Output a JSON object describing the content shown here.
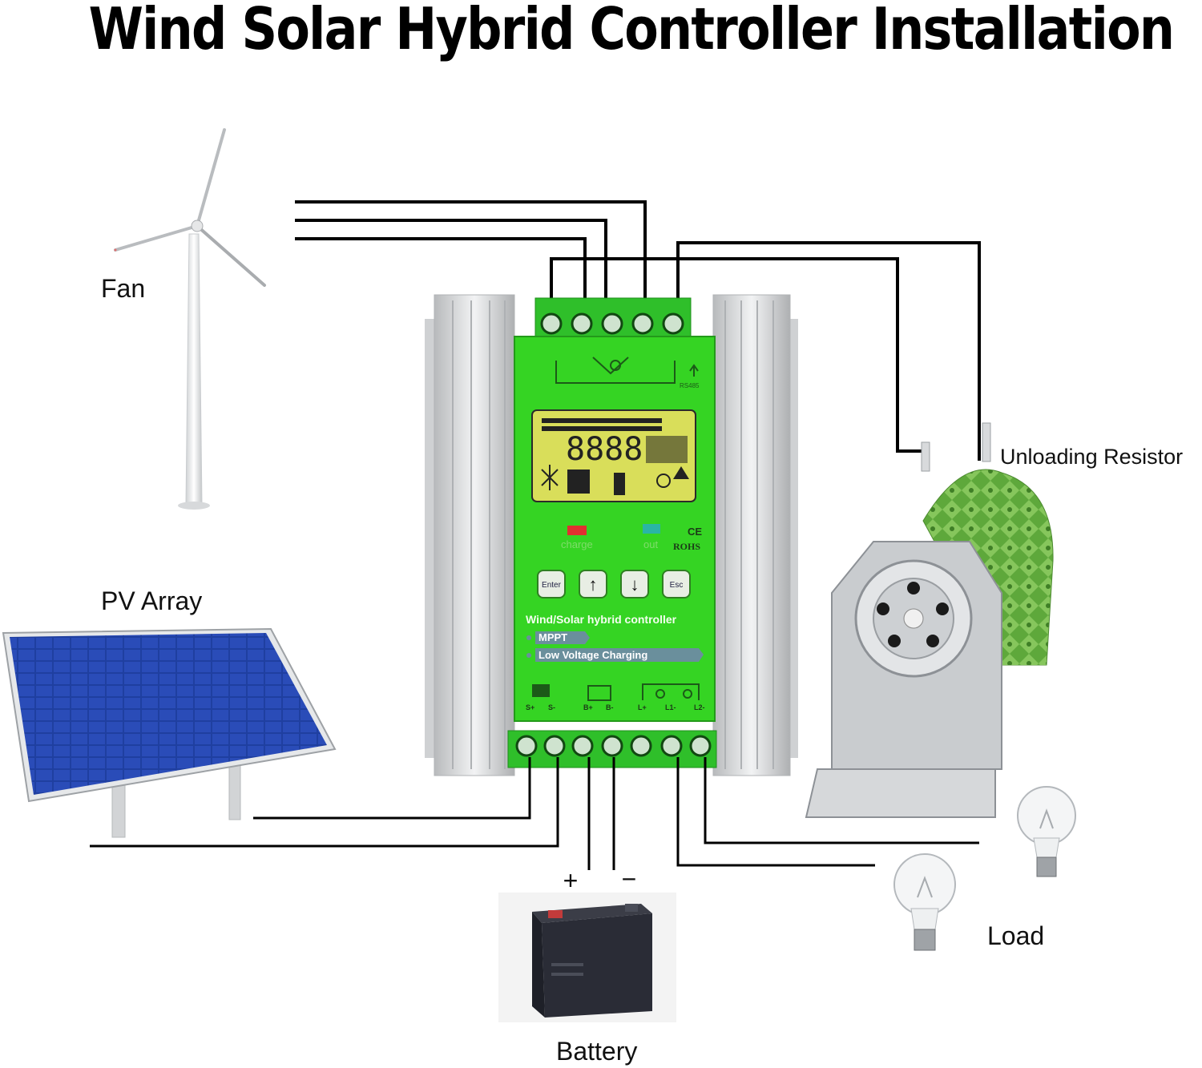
{
  "title": "Wind Solar Hybrid Controller Installation",
  "labels": {
    "fan": "Fan",
    "pv_array": "PV Array",
    "unloading_resistor": "Unloading Resistor",
    "battery": "Battery",
    "load": "Load",
    "plus": "+",
    "minus": "−"
  },
  "controller": {
    "product_name": "Wind/Solar hybrid controller",
    "feature_1": "MPPT",
    "feature_2": "Low Voltage Charging",
    "lcd_digits": "8888",
    "port": "RS485",
    "indicator_charge": "charge",
    "indicator_out": "out",
    "cert_ce": "CE",
    "cert_rohs": "ROHS",
    "buttons": [
      "Enter",
      "↑",
      "↓",
      "Esc"
    ],
    "bottom_terminals": [
      "S+",
      "S-",
      "B+",
      "B-",
      "L+",
      "L1-",
      "L2-"
    ]
  },
  "colors": {
    "controller_green": "#35d423",
    "lcd_yellow": "#d9de5a",
    "heatsink_silver": "#d4d6d8",
    "resistor_green": "#6fb34a",
    "panel_blue": "#1f3fa0",
    "wire": "#000000"
  }
}
